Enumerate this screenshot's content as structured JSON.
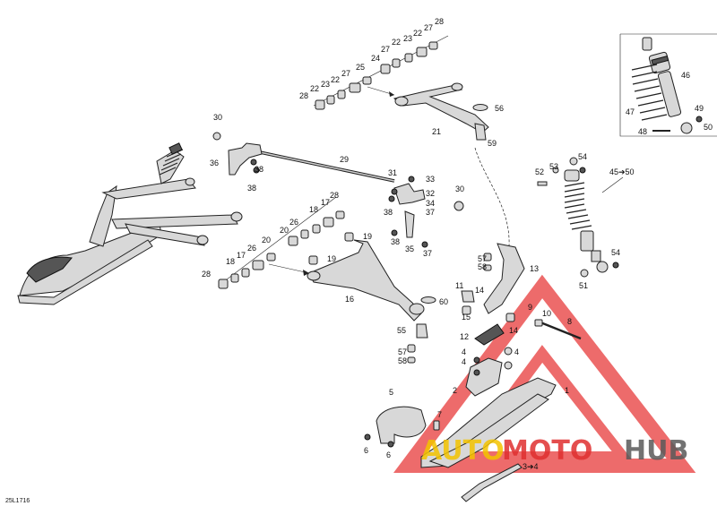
{
  "diagram": {
    "code": "25L1716",
    "labels": [
      {
        "id": "l28a",
        "text": "28"
      },
      {
        "id": "l27a",
        "text": "27"
      },
      {
        "id": "l22a",
        "text": "22"
      },
      {
        "id": "l23a",
        "text": "23"
      },
      {
        "id": "l22b",
        "text": "22"
      },
      {
        "id": "l27b",
        "text": "27"
      },
      {
        "id": "l24",
        "text": "24"
      },
      {
        "id": "l25",
        "text": "25"
      },
      {
        "id": "l27c",
        "text": "27"
      },
      {
        "id": "l22c",
        "text": "22"
      },
      {
        "id": "l23b",
        "text": "23"
      },
      {
        "id": "l22d",
        "text": "22"
      },
      {
        "id": "l28b",
        "text": "28"
      },
      {
        "id": "l56",
        "text": "56"
      },
      {
        "id": "l21",
        "text": "21"
      },
      {
        "id": "l59",
        "text": "59"
      },
      {
        "id": "l30a",
        "text": "30"
      },
      {
        "id": "l36",
        "text": "36"
      },
      {
        "id": "l38a",
        "text": "38"
      },
      {
        "id": "l38b",
        "text": "38"
      },
      {
        "id": "l29",
        "text": "29"
      },
      {
        "id": "l31",
        "text": "31"
      },
      {
        "id": "l33",
        "text": "33"
      },
      {
        "id": "l32",
        "text": "32"
      },
      {
        "id": "l34",
        "text": "34"
      },
      {
        "id": "l37a",
        "text": "37"
      },
      {
        "id": "l38c",
        "text": "38"
      },
      {
        "id": "l30b",
        "text": "30"
      },
      {
        "id": "l38d",
        "text": "38"
      },
      {
        "id": "l35",
        "text": "35"
      },
      {
        "id": "l37b",
        "text": "37"
      },
      {
        "id": "l28c",
        "text": "28"
      },
      {
        "id": "l17a",
        "text": "17"
      },
      {
        "id": "l18a",
        "text": "18"
      },
      {
        "id": "l26a",
        "text": "26"
      },
      {
        "id": "l20a",
        "text": "20"
      },
      {
        "id": "l19a",
        "text": "19"
      },
      {
        "id": "l20b",
        "text": "20"
      },
      {
        "id": "l26b",
        "text": "26"
      },
      {
        "id": "l17b",
        "text": "17"
      },
      {
        "id": "l18b",
        "text": "18"
      },
      {
        "id": "l28d",
        "text": "28"
      },
      {
        "id": "l19b",
        "text": "19"
      },
      {
        "id": "l16",
        "text": "16"
      },
      {
        "id": "l60",
        "text": "60"
      },
      {
        "id": "l55",
        "text": "55"
      },
      {
        "id": "l57a",
        "text": "57"
      },
      {
        "id": "l58a",
        "text": "58"
      },
      {
        "id": "l57b",
        "text": "57"
      },
      {
        "id": "l58b",
        "text": "58"
      },
      {
        "id": "l13",
        "text": "13"
      },
      {
        "id": "l11",
        "text": "11"
      },
      {
        "id": "l14a",
        "text": "14"
      },
      {
        "id": "l15",
        "text": "15"
      },
      {
        "id": "l9",
        "text": "9"
      },
      {
        "id": "l10",
        "text": "10"
      },
      {
        "id": "l8",
        "text": "8"
      },
      {
        "id": "l14b",
        "text": "14"
      },
      {
        "id": "l12",
        "text": "12"
      },
      {
        "id": "l4a",
        "text": "4"
      },
      {
        "id": "l4b",
        "text": "4"
      },
      {
        "id": "l4c",
        "text": "4"
      },
      {
        "id": "l2",
        "text": "2"
      },
      {
        "id": "l1",
        "text": "1"
      },
      {
        "id": "l5",
        "text": "5"
      },
      {
        "id": "l7",
        "text": "7"
      },
      {
        "id": "l6a",
        "text": "6"
      },
      {
        "id": "l6b",
        "text": "6"
      },
      {
        "id": "l3",
        "text": "3➔4"
      },
      {
        "id": "l54a",
        "text": "54"
      },
      {
        "id": "l52",
        "text": "52"
      },
      {
        "id": "l53",
        "text": "53"
      },
      {
        "id": "l45",
        "text": "45➔50"
      },
      {
        "id": "l54b",
        "text": "54"
      },
      {
        "id": "l51",
        "text": "51"
      },
      {
        "id": "l46",
        "text": "46"
      },
      {
        "id": "l47",
        "text": "47"
      },
      {
        "id": "l49",
        "text": "49"
      },
      {
        "id": "l48",
        "text": "48"
      },
      {
        "id": "l50",
        "text": "50"
      }
    ]
  },
  "watermark": {
    "part1": "AUTO",
    "part2": "MOTO",
    "part3": "HUB",
    "colors": {
      "auto": "#f4c400",
      "moto": "#e03030",
      "hub": "#5a5a5a",
      "triangle": "#e83a3a"
    }
  }
}
